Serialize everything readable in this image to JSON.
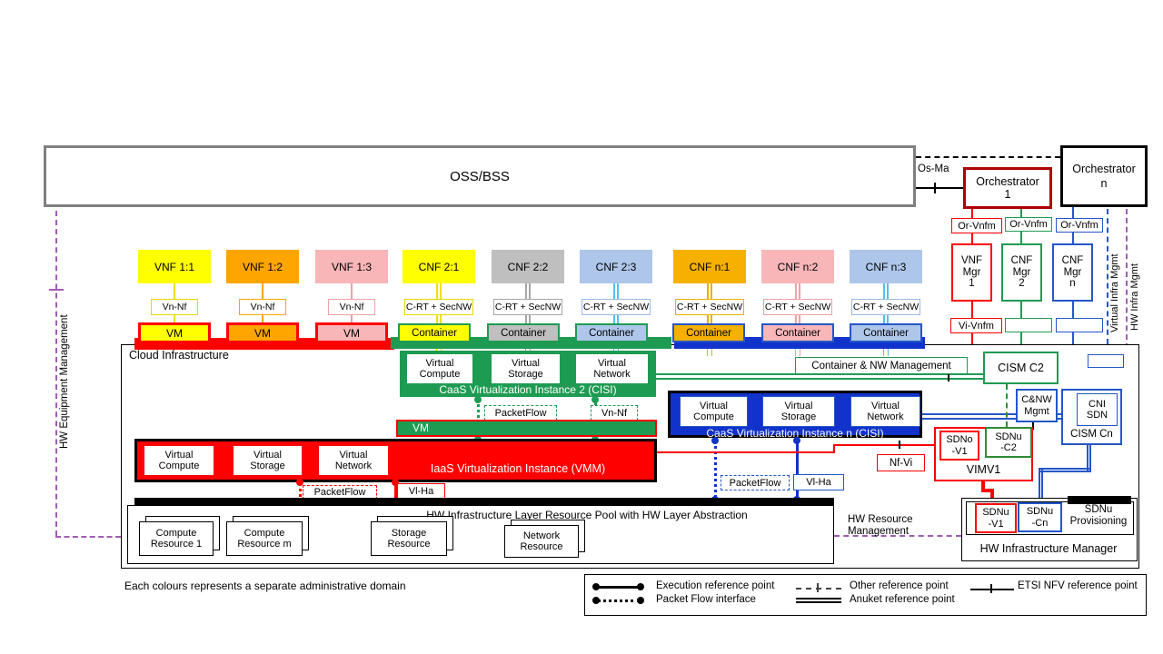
{
  "colors": {
    "red": "#FF0000",
    "orchestrator1_border": "#B00000",
    "green": "#1E9B53",
    "dark_green_dashed": "#2E8B34",
    "blue_border": "#2456C8",
    "blue_fill": "#1133CC",
    "yellow": "#FFFF00",
    "orange": "#FFA500",
    "amber": "#F5B000",
    "pink": "#F8B6B8",
    "gray": "#BFBFBF",
    "light_blue": "#AEC6E9",
    "cyan": "#4FC3F0",
    "purple": "#A15CB5",
    "oss_border": "#7F7F7F",
    "black": "#000000"
  },
  "oss_bss": "OSS/BSS",
  "os_ma": "Os-Ma",
  "orchestrator1": {
    "line1": "Orchestrator",
    "line2": "1"
  },
  "orchestrator_n": {
    "line1": "Orchestrator",
    "line2": "n"
  },
  "or_vnfm": {
    "red": "Or-Vnfm",
    "green": "Or-Vnfm",
    "blue": "Or-Vnfm"
  },
  "managers": {
    "vnf1": "VNF\nMgr\n1",
    "cnf2": "CNF\nMgr\n2",
    "cnfn": "CNF\nMgr\nn"
  },
  "vi_vnfm": "Vi-Vnfm",
  "rotated": {
    "hw_equipment": "HW Equipment Management",
    "virtual_infra": "Virtual Infra Mgmt",
    "hw_infra": "HW Infra Mgmt"
  },
  "nfs": [
    {
      "label": "VNF 1:1",
      "ref": "Vn-Nf",
      "base": "VM"
    },
    {
      "label": "VNF 1:2",
      "ref": "Vn-Nf",
      "base": "VM"
    },
    {
      "label": "VNF 1:3",
      "ref": "Vn-Nf",
      "base": "VM"
    },
    {
      "label": "CNF 2:1",
      "ref": "C-RT + SecNW",
      "base": "Container"
    },
    {
      "label": "CNF 2:2",
      "ref": "C-RT + SecNW",
      "base": "Container"
    },
    {
      "label": "CNF 2:3",
      "ref": "C-RT + SecNW",
      "base": "Container"
    },
    {
      "label": "CNF n:1",
      "ref": "C-RT + SecNW",
      "base": "Container"
    },
    {
      "label": "CNF n:2",
      "ref": "C-RT + SecNW",
      "base": "Container"
    },
    {
      "label": "CNF n:3",
      "ref": "C-RT + SecNW",
      "base": "Container"
    }
  ],
  "cloud_infrastructure": "Cloud Infrastructure",
  "cisi2": {
    "title": "CaaS Virtualization Instance 2 (CISI)",
    "compute": "Virtual\nCompute",
    "storage": "Virtual\nStorage",
    "network": "Virtual\nNetwork",
    "packetflow": "PacketFlow",
    "vn_nf": "Vn-Nf"
  },
  "vm_layer": "VM",
  "iaas": {
    "title": "IaaS Virtualization Instance (VMM)",
    "compute": "Virtual\nCompute",
    "storage": "Virtual\nStorage",
    "network": "Virtual\nNetwork",
    "packetflow": "PacketFlow",
    "vl_ha": "Vl-Ha"
  },
  "caas_n": {
    "title": "CaaS Virtualization Instance n (CISI)",
    "compute": "Virtual\nCompute",
    "storage": "Virtual\nStorage",
    "network": "Virtual\nNetwork",
    "packetflow": "PacketFlow",
    "vl_ha": "Vl-Ha"
  },
  "container_nw_mgmt": "Container & NW Management",
  "cism_c2": "CISM C2",
  "cnw_mgmt": "C&NW\nMgmt",
  "cism_cn": {
    "label": "CISM Cn",
    "cni_sdn": "CNI\nSDN"
  },
  "vim": {
    "label": "VIMV1",
    "sdno_v1": "SDNo\n-V1",
    "sdnu_c2": "SDNu\n-C2"
  },
  "nf_vi": "Nf-Vi",
  "hw_pool": {
    "title": "HW Infrastructure Layer Resource Pool with HW Layer Abstraction",
    "r1": "Compute\nResource 1",
    "rm": "Compute\nResource m",
    "rs": "Storage\nResource",
    "rn": "Network\nResource"
  },
  "hw_resource_mgmt": "HW Resource\nManagement",
  "hw_infra_manager": {
    "label": "HW Infrastructure Manager",
    "sdnu_v1": "SDNu\n-V1",
    "sdnu_cn": "SDNu\n-Cn",
    "provisioning": "SDNu\nProvisioning"
  },
  "footnote": "Each colours represents a separate administrative domain",
  "legend": {
    "execution": "Execution reference point",
    "packet_flow": "Packet Flow interface",
    "other": "Other reference point",
    "anuket": "Anuket reference point",
    "etsi": "ETSI NFV reference point"
  }
}
